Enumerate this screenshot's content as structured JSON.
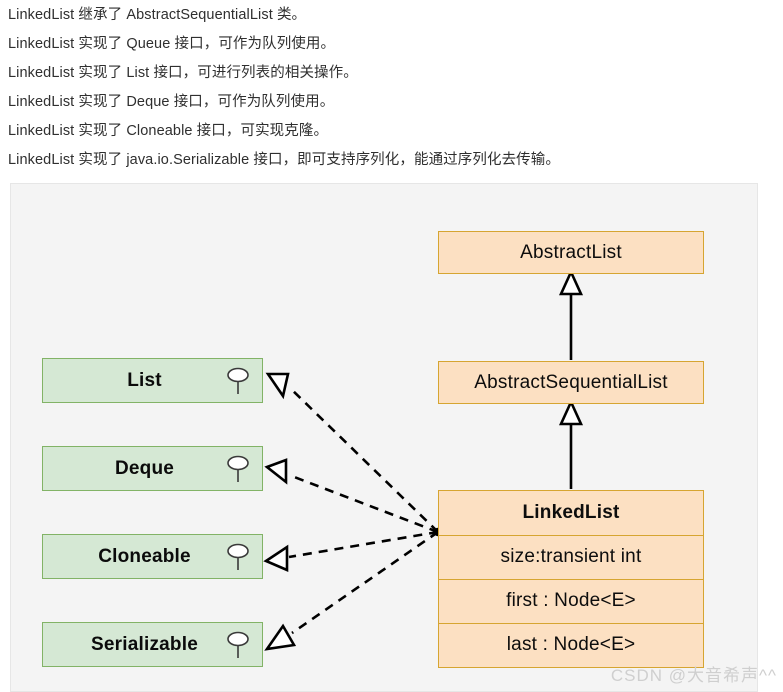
{
  "intro": {
    "lines": [
      "LinkedList 继承了 AbstractSequentialList 类。",
      "LinkedList 实现了 Queue 接口，可作为队列使用。",
      "LinkedList 实现了 List 接口，可进行列表的相关操作。",
      "LinkedList 实现了 Deque 接口，可作为队列使用。",
      "LinkedList 实现了 Cloneable 接口，可实现克隆。",
      "LinkedList 实现了 java.io.Serializable 接口，即可支持序列化，能通过序列化去传输。"
    ]
  },
  "diagram": {
    "title": "LinkedList UML class diagram",
    "colors": {
      "class_fill": "#fce0c2",
      "class_border": "#d6a531",
      "interface_fill": "#d5e8d4",
      "interface_border": "#82b366",
      "canvas_background": "#f4f4f4",
      "connector": "#000000"
    },
    "classes": [
      {
        "id": "abstract-list",
        "name": "AbstractList",
        "bold": false,
        "attributes": []
      },
      {
        "id": "abstract-sequential-list",
        "name": "AbstractSequentialList",
        "bold": false,
        "attributes": []
      },
      {
        "id": "linked-list",
        "name": "LinkedList",
        "bold": true,
        "attributes": [
          "size:transient int",
          "first : Node<E>",
          "last : Node<E>"
        ]
      }
    ],
    "interfaces": [
      {
        "id": "list",
        "name": "List"
      },
      {
        "id": "deque",
        "name": "Deque"
      },
      {
        "id": "cloneable",
        "name": "Cloneable"
      },
      {
        "id": "serializable",
        "name": "Serializable"
      }
    ],
    "relations": [
      {
        "type": "generalization",
        "from": "AbstractSequentialList",
        "to": "AbstractList",
        "style": "solid-hollow-triangle"
      },
      {
        "type": "generalization",
        "from": "LinkedList",
        "to": "AbstractSequentialList",
        "style": "solid-hollow-triangle"
      },
      {
        "type": "realization",
        "from": "LinkedList",
        "to": "List",
        "style": "dashed-hollow-triangle"
      },
      {
        "type": "realization",
        "from": "LinkedList",
        "to": "Deque",
        "style": "dashed-hollow-triangle"
      },
      {
        "type": "realization",
        "from": "LinkedList",
        "to": "Cloneable",
        "style": "dashed-hollow-triangle"
      },
      {
        "type": "realization",
        "from": "LinkedList",
        "to": "Serializable",
        "style": "dashed-hollow-triangle"
      }
    ]
  },
  "watermark": {
    "text": "CSDN @大音希声^^"
  }
}
